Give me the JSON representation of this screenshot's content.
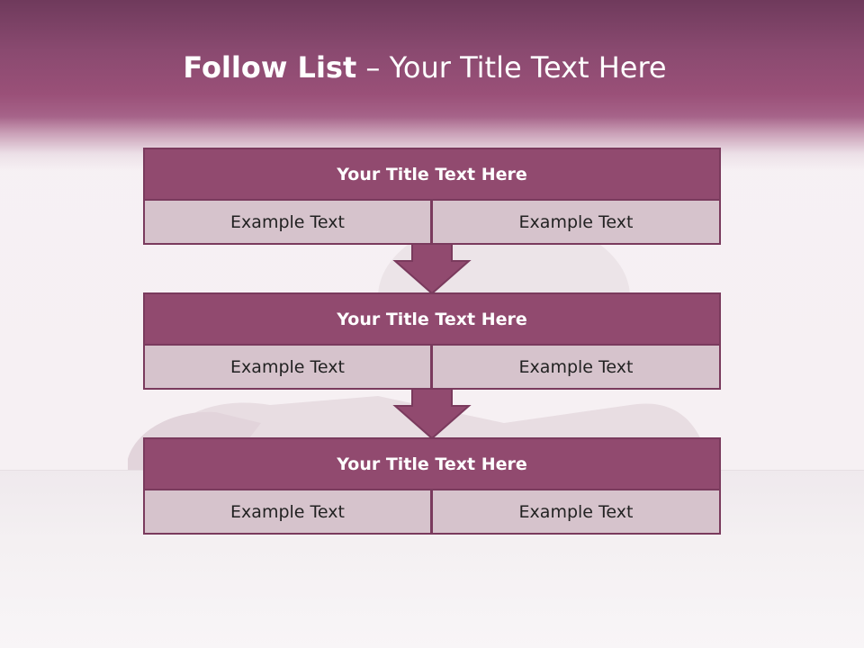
{
  "slide": {
    "title_bold": "Follow List",
    "title_separator": " – ",
    "title_rest": "Your Title Text Here"
  },
  "blocks": [
    {
      "title": "Your Title Text Here",
      "left": "Example Text",
      "right": "Example Text"
    },
    {
      "title": "Your Title Text Here",
      "left": "Example Text",
      "right": "Example Text"
    },
    {
      "title": "Your Title Text Here",
      "left": "Example Text",
      "right": "Example Text"
    }
  ],
  "icons": [
    "down-arrow-icon",
    "down-arrow-icon"
  ],
  "colors": {
    "accent": "#914a6f",
    "accent_dark": "#7a3a5d",
    "cell_fill": "#d6c3cc",
    "header_top": "#6f3a5c"
  }
}
